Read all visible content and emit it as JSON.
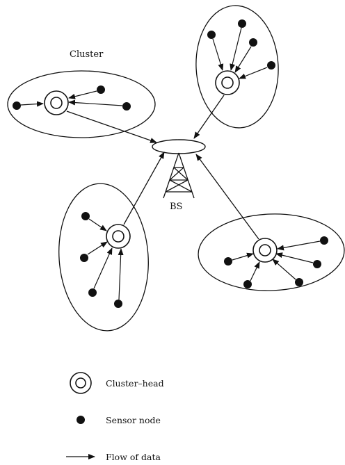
{
  "diagram": {
    "cluster_label": "Cluster",
    "bs_label": "BS",
    "legend": {
      "cluster_head": "Cluster–head",
      "sensor_node": "Sensor node",
      "flow": "Flow of data"
    },
    "cluster_count": 4,
    "sensor_nodes_per_cluster": [
      3,
      4,
      4,
      5
    ]
  },
  "colors": {
    "ink": "#111111",
    "background": "#ffffff"
  }
}
